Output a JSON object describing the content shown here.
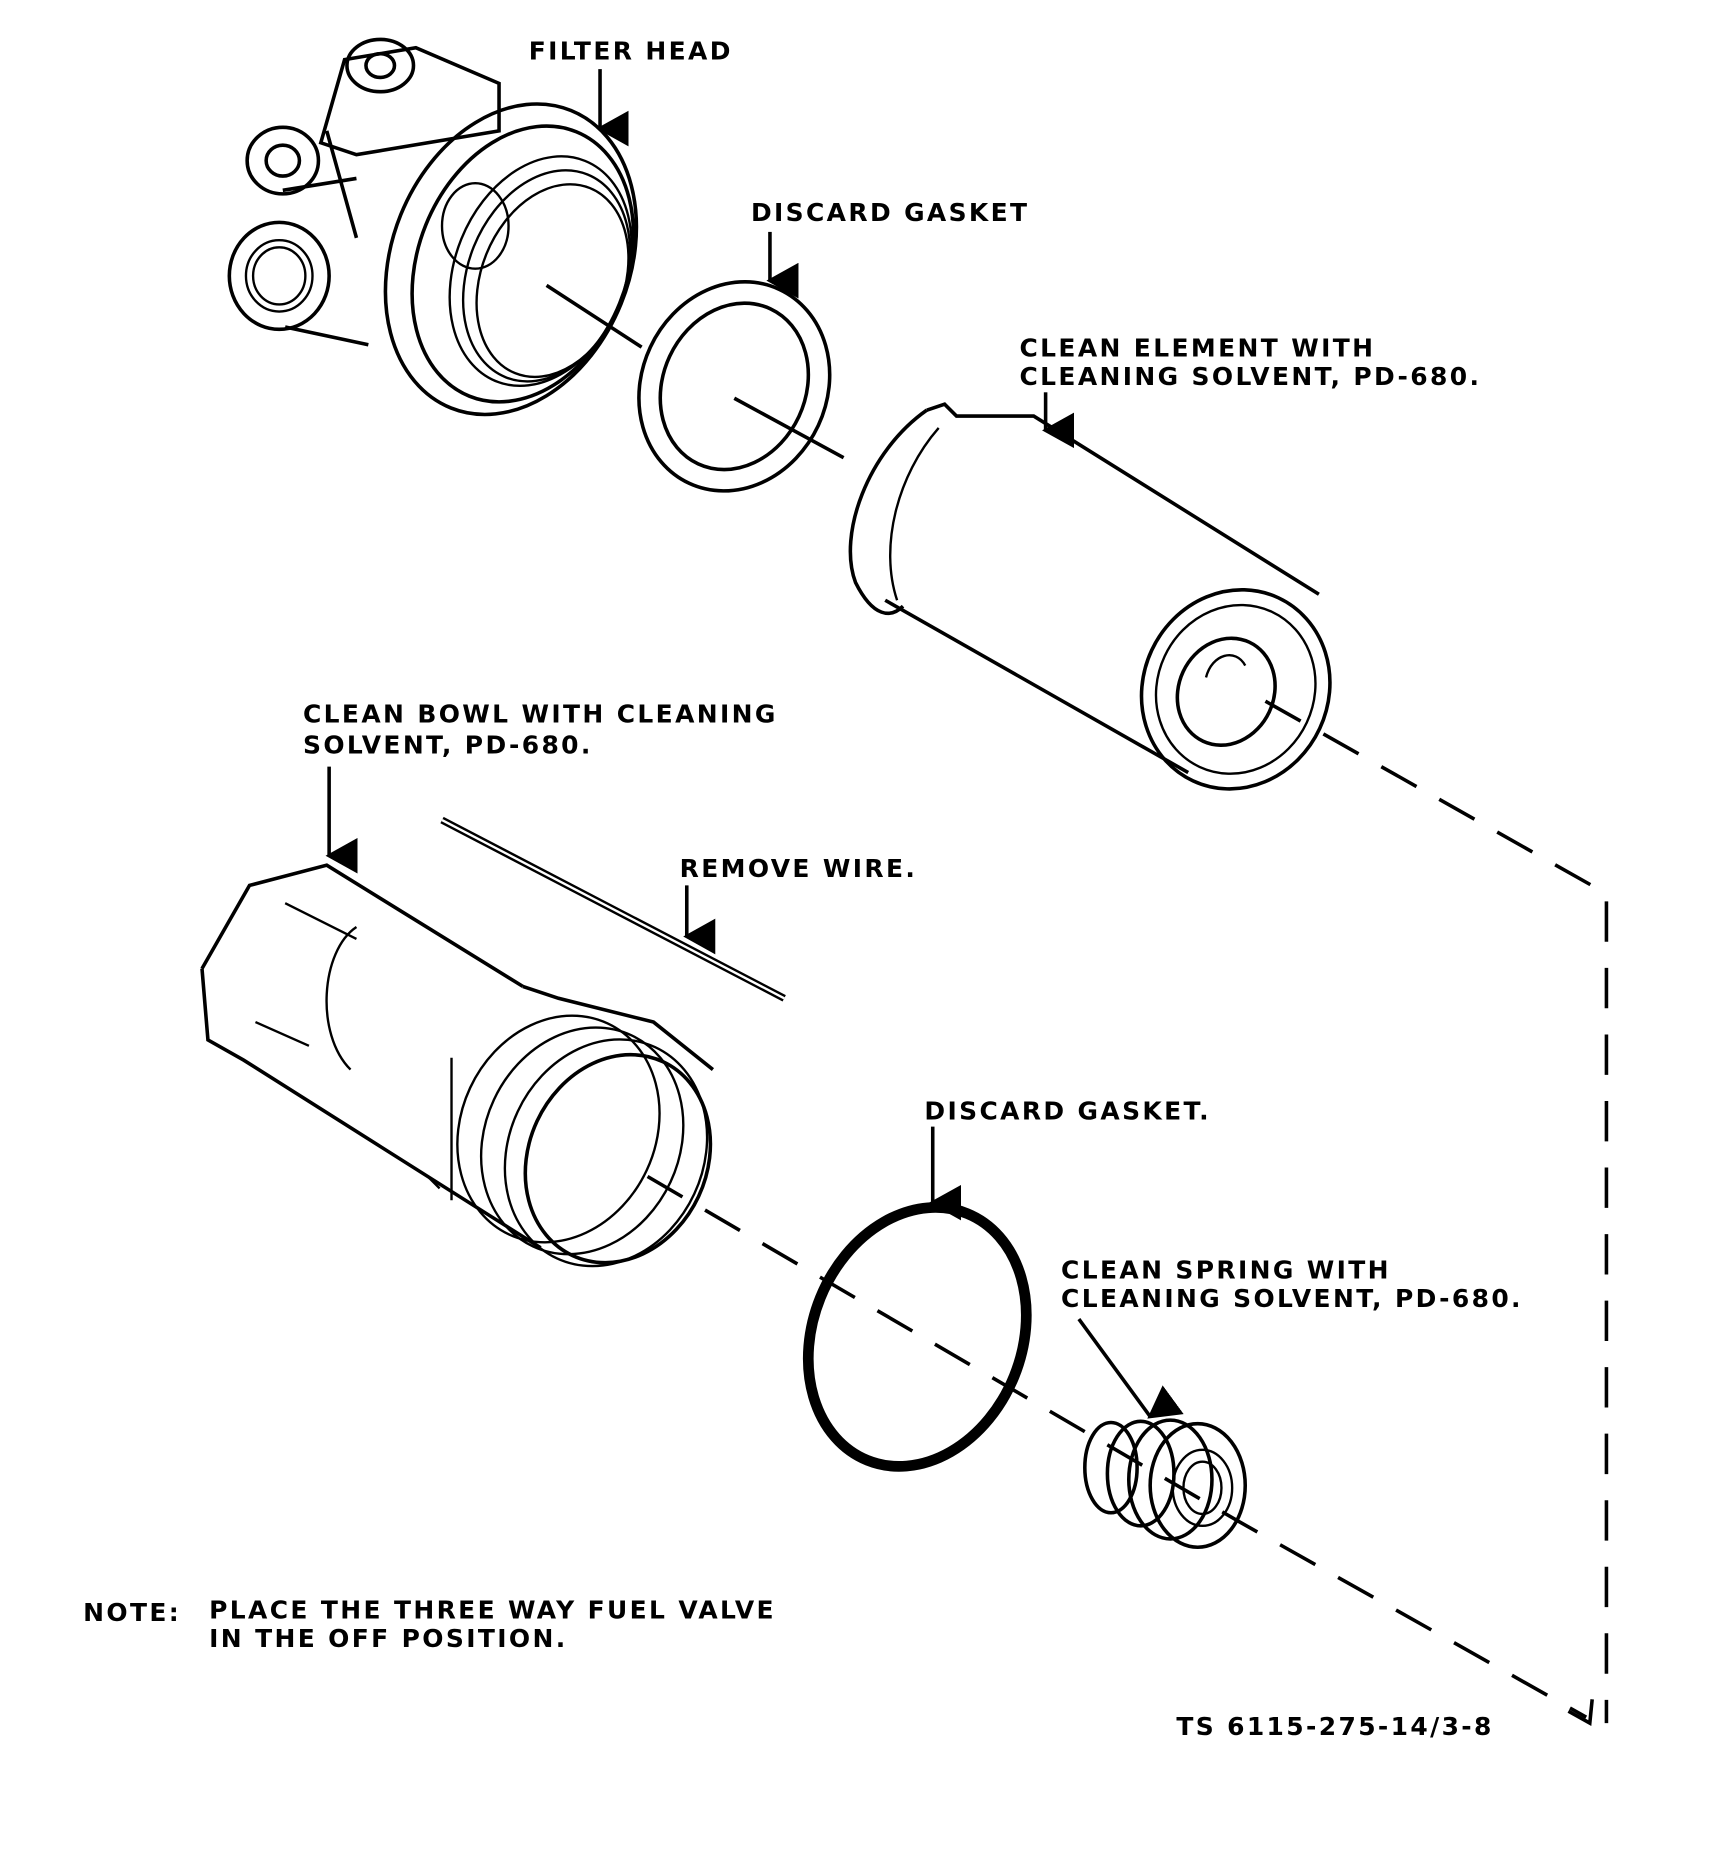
{
  "labels": {
    "filter_head": "FILTER HEAD",
    "discard_gasket_top": "DISCARD GASKET",
    "clean_element_1": "CLEAN ELEMENT WITH",
    "clean_element_2": "CLEANING SOLVENT, PD-680.",
    "clean_bowl_1": "CLEAN BOWL WITH CLEANING",
    "clean_bowl_2": "SOLVENT, PD-680.",
    "remove_wire": "REMOVE WIRE.",
    "discard_gasket_bottom": "DISCARD GASKET.",
    "clean_spring_1": "CLEAN SPRING WITH",
    "clean_spring_2": "CLEANING SOLVENT, PD-680."
  },
  "note": {
    "prefix": "NOTE:",
    "line1": "PLACE THE THREE WAY FUEL VALVE",
    "line2": "IN THE OFF POSITION."
  },
  "figure_id": "TS 6115-275-14/3-8"
}
